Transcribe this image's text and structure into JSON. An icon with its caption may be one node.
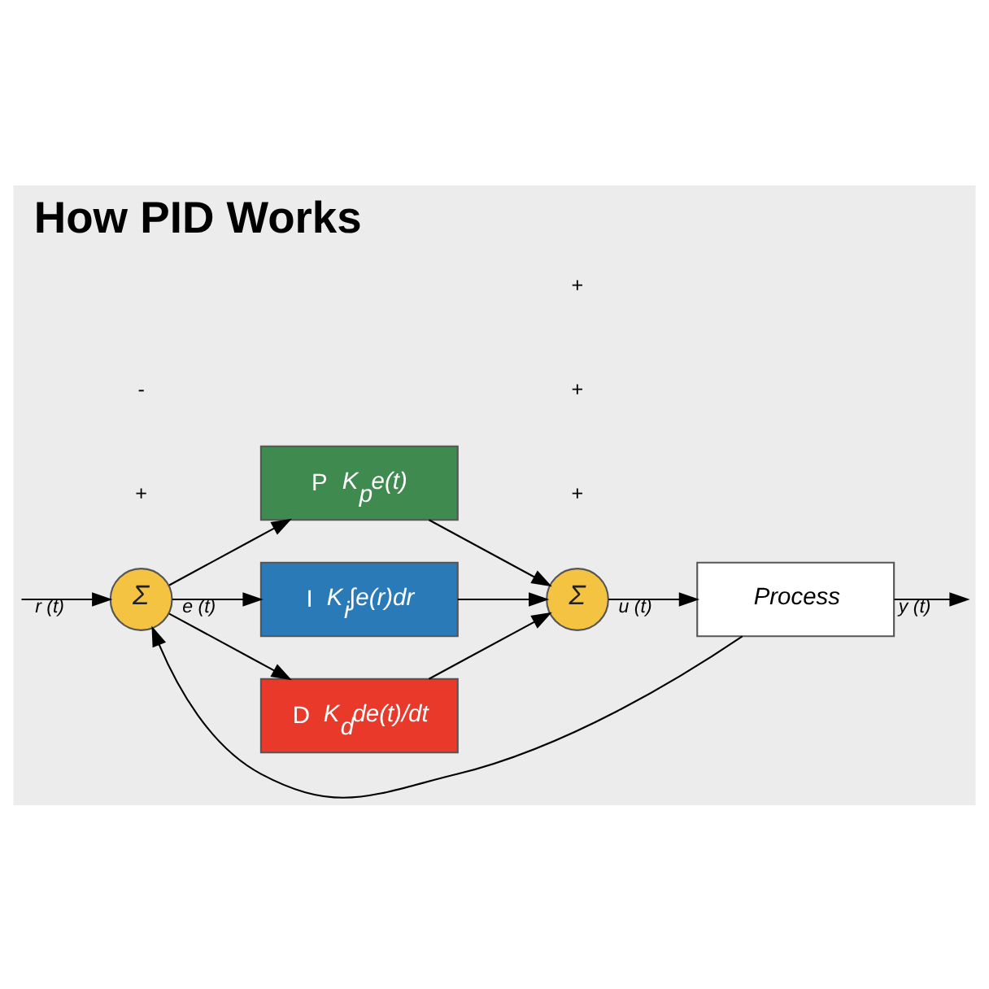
{
  "diagram": {
    "title": "How PID Works",
    "nodes": [
      {
        "text": [
          "Σ"
        ]
      },
      {
        "text": [
          "P",
          "K$_{p}$e(t)"
        ]
      },
      {
        "text": [
          "I",
          "K$_{i}$∫e(r)dr"
        ]
      },
      {
        "text": [
          "D",
          "K$_{d}$de(t)/dt"
        ]
      },
      {
        "text": [
          "Σ"
        ]
      },
      {
        "text": [
          "Process"
        ]
      }
    ],
    "edges": [
      {
        "from": null,
        "to": 0,
        "arrow": "to",
        "label": "r (t)"
      },
      {
        "from": 0,
        "to": 1,
        "arrow": "to"
      },
      {
        "from": 0,
        "to": 2,
        "arrow": "to",
        "label": "e (t)"
      },
      {
        "from": 0,
        "to": 3,
        "arrow": "to"
      },
      {
        "from": 1,
        "to": 4,
        "arrow": "to"
      },
      {
        "from": 2,
        "to": 4,
        "arrow": "to"
      },
      {
        "from": 3,
        "to": 4,
        "arrow": "to"
      },
      {
        "from": 4,
        "to": 5,
        "arrow": "to",
        "label": "u (t)"
      },
      {
        "from": 5,
        "to": null,
        "arrow": "to",
        "label": "y (t)"
      },
      {
        "from": 5,
        "to": 0,
        "arrow": "to"
      }
    ],
    "labels": [
      "+",
      "-",
      "+",
      "+",
      "+"
    ]
  }
}
